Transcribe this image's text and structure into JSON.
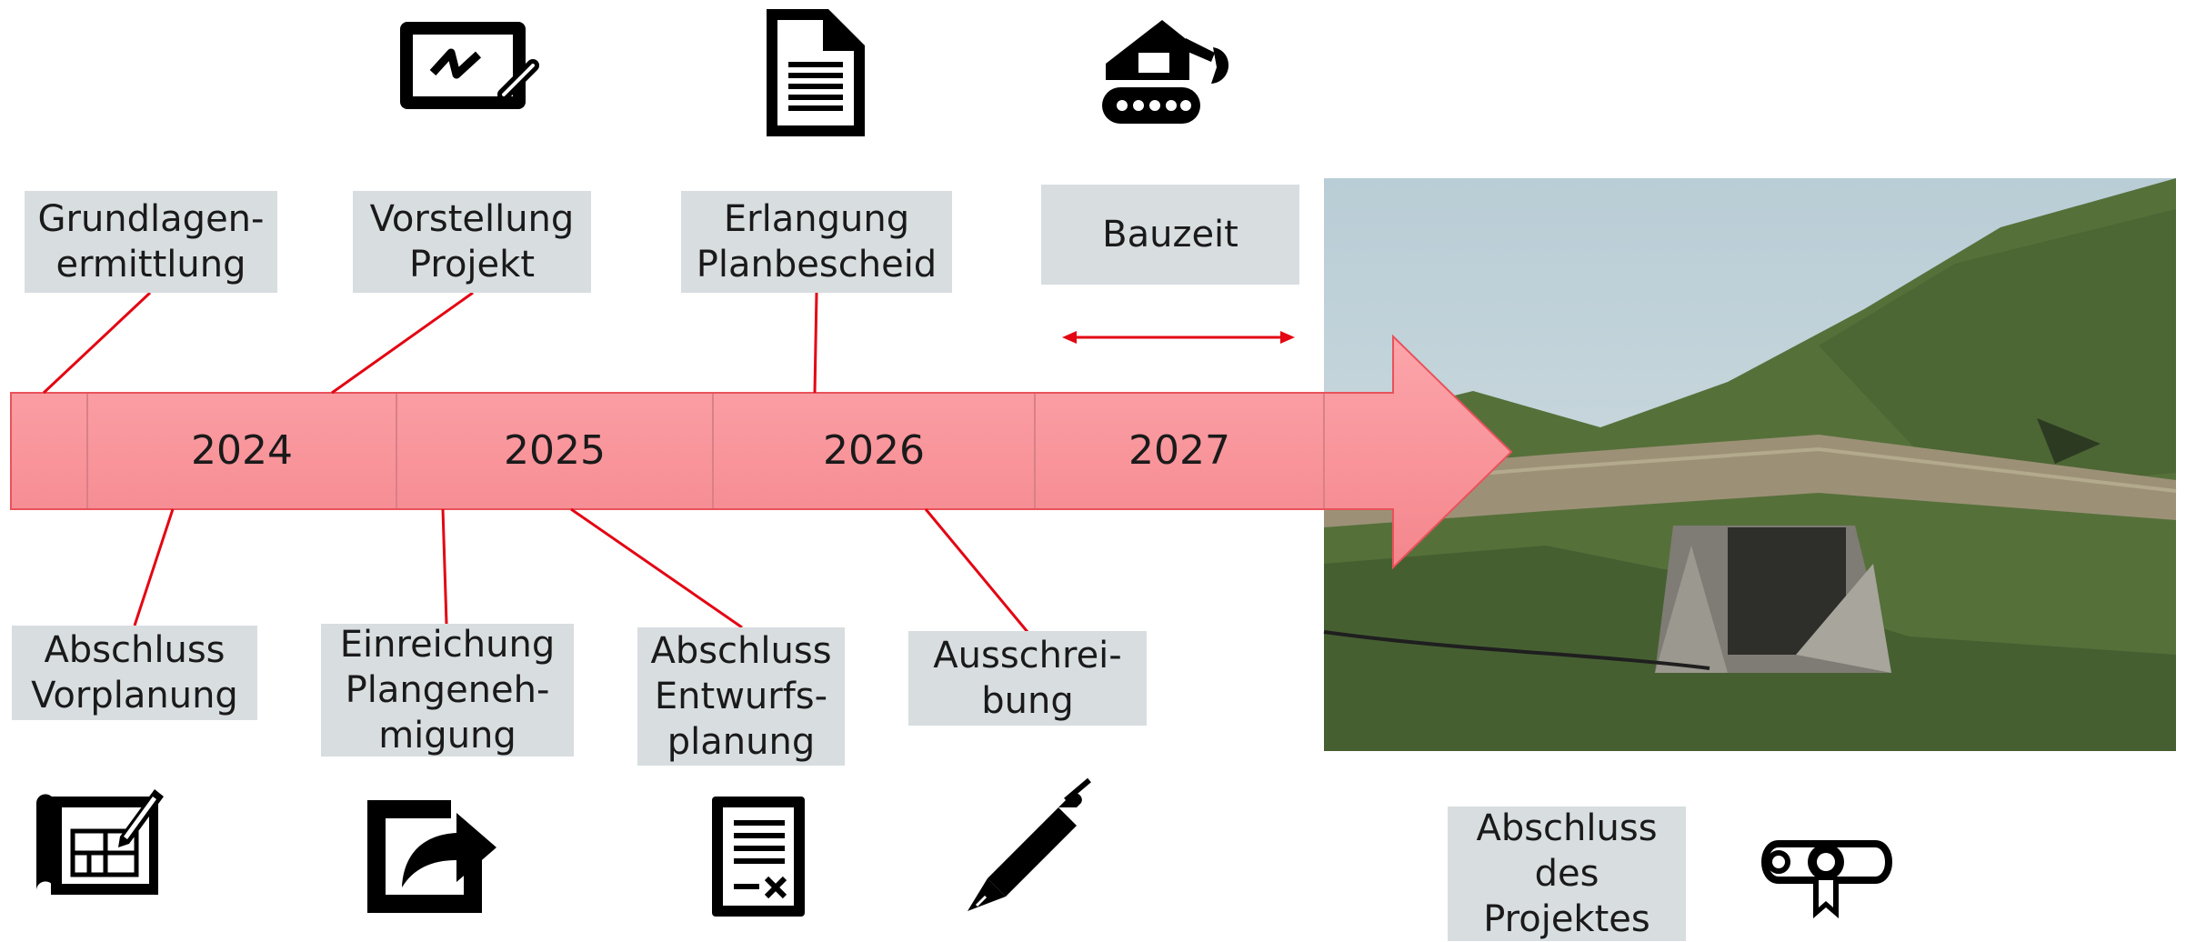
{
  "timeline": {
    "years": [
      "2024",
      "2025",
      "2026",
      "2027"
    ],
    "colors": {
      "arrow_fill": "#f4868d",
      "arrow_fill_light": "#fca5aa",
      "arrow_stroke": "#e23a44",
      "connector": "#e30613",
      "label_bg": "#d8dde0"
    }
  },
  "milestones_top": [
    {
      "id": "grundlagen",
      "text": "Grundlagen-\nermittlung"
    },
    {
      "id": "vorstellung",
      "text": "Vorstellung\nProjekt"
    },
    {
      "id": "planbescheid",
      "text": "Erlangung\nPlanbescheid"
    },
    {
      "id": "bauzeit",
      "text": "Bauzeit"
    }
  ],
  "milestones_bottom": [
    {
      "id": "vorplanung",
      "text": "Abschluss\nVorplanung"
    },
    {
      "id": "einreichung",
      "text": "Einreichung\nPlangeneh-\nmigung"
    },
    {
      "id": "entwurf",
      "text": "Abschluss\nEntwurfs-\nplanung"
    },
    {
      "id": "ausschreibung",
      "text": "Ausschrei-\nbung"
    }
  ],
  "project_end": {
    "text": "Abschluss\ndes\nProjektes"
  },
  "icons": [
    "presentation-board-icon",
    "document-icon",
    "excavator-icon",
    "blueprint-icon",
    "submit-share-icon",
    "form-document-icon",
    "pen-icon",
    "certificate-scroll-icon"
  ],
  "photo": {
    "name": "culvert-rendering-image"
  }
}
